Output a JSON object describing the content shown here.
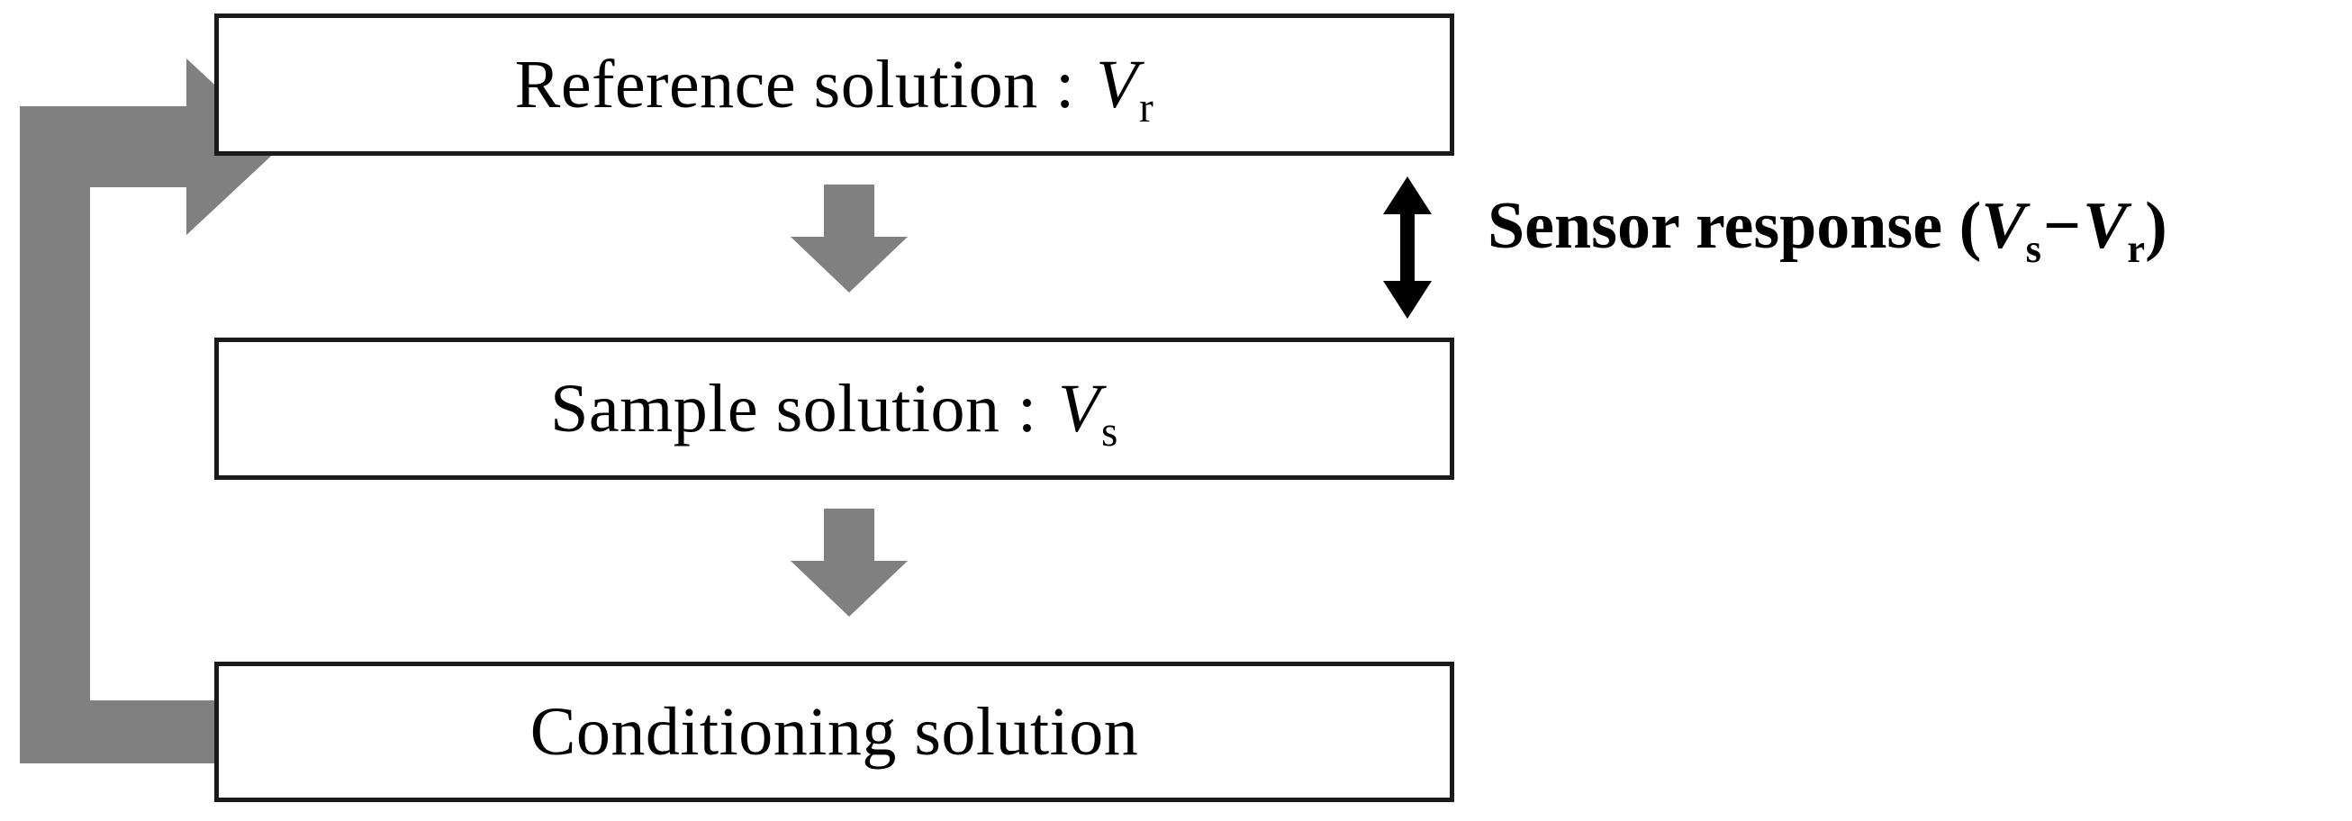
{
  "diagram": {
    "type": "flowchart",
    "title": "Measurement cycle flow diagram",
    "colors": {
      "arrow_gray": "#808080",
      "box_border": "#1a1a1a",
      "background": "#ffffff",
      "text": "#000000",
      "sensor_arrow": "#000000"
    },
    "boxes": [
      {
        "id": "reference",
        "text_main": "Reference solution : ",
        "variable": "V",
        "subscript": "r"
      },
      {
        "id": "sample",
        "text_main": "Sample solution : ",
        "variable": "V",
        "subscript": "s"
      },
      {
        "id": "conditioning",
        "text_main": "Conditioning solution",
        "variable": "",
        "subscript": ""
      }
    ],
    "flow_arrows": [
      {
        "id": "reference-to-sample",
        "direction": "down",
        "color": "#808080"
      },
      {
        "id": "sample-to-conditioning",
        "direction": "down",
        "color": "#808080"
      }
    ],
    "recycle_arrow": {
      "id": "conditioning-to-reference",
      "direction": "up-then-right",
      "color": "#808080",
      "description": "feedback loop from Conditioning solution back to Reference solution"
    },
    "sensor_measurement": {
      "arrow": {
        "id": "sensor-span",
        "direction": "double-headed-vertical",
        "color": "#000000",
        "spans": [
          "reference",
          "sample"
        ]
      },
      "label": {
        "prefix": "Sensor response (",
        "var1": "V",
        "sub1": "s",
        "operator": "−",
        "var2": "V",
        "sub2": "r",
        "suffix": ")",
        "full_text": "Sensor response (Vs−Vr)"
      }
    }
  }
}
